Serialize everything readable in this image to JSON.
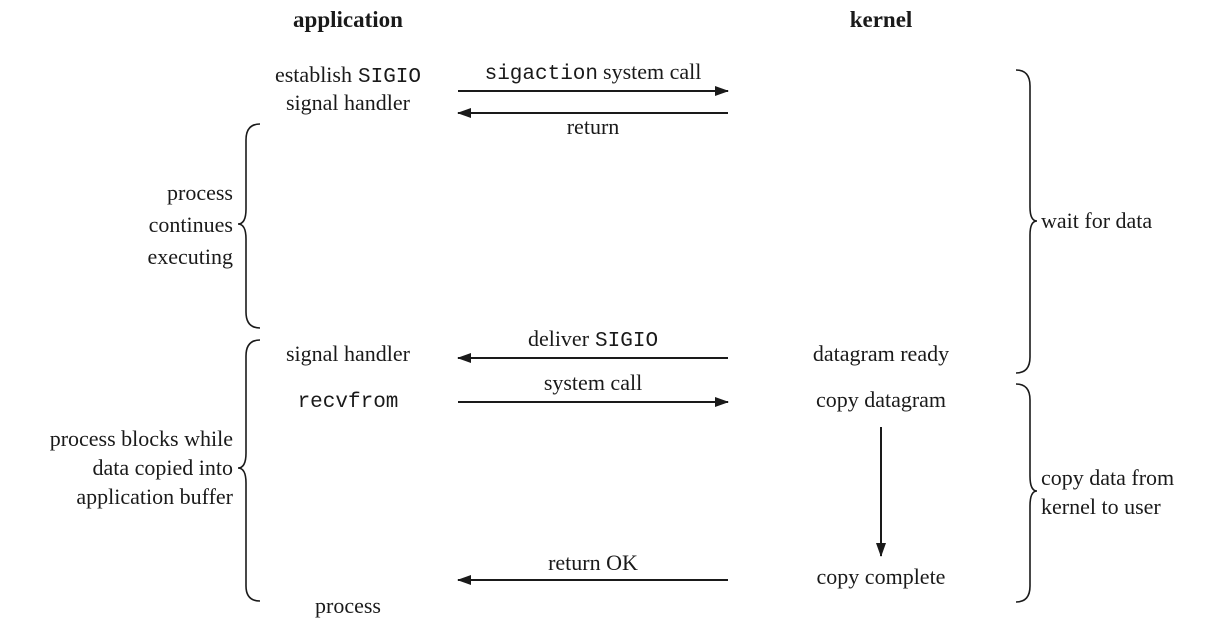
{
  "headers": {
    "application": "application",
    "kernel": "kernel"
  },
  "application": {
    "establish_prefix": "establish",
    "establish_code": "SIGIO",
    "signal_handler_setup": "signal handler",
    "signal_handler": "signal handler",
    "recvfrom": "recvfrom",
    "process": "process"
  },
  "kernel": {
    "datagram_ready": "datagram ready",
    "copy_datagram": "copy datagram",
    "copy_complete": "copy complete"
  },
  "arrows": {
    "sigaction_code": "sigaction",
    "sigaction_text": "system call",
    "return": "return",
    "deliver_prefix": "deliver",
    "deliver_code": "SIGIO",
    "system_call": "system call",
    "return_ok": "return OK"
  },
  "braces_left": {
    "continues": [
      "process",
      "continues",
      "executing"
    ],
    "blocks": [
      "process blocks while",
      "data copied into",
      "application buffer"
    ]
  },
  "braces_right": {
    "wait": "wait for data",
    "copy": [
      "copy data from",
      "kernel to user"
    ]
  }
}
